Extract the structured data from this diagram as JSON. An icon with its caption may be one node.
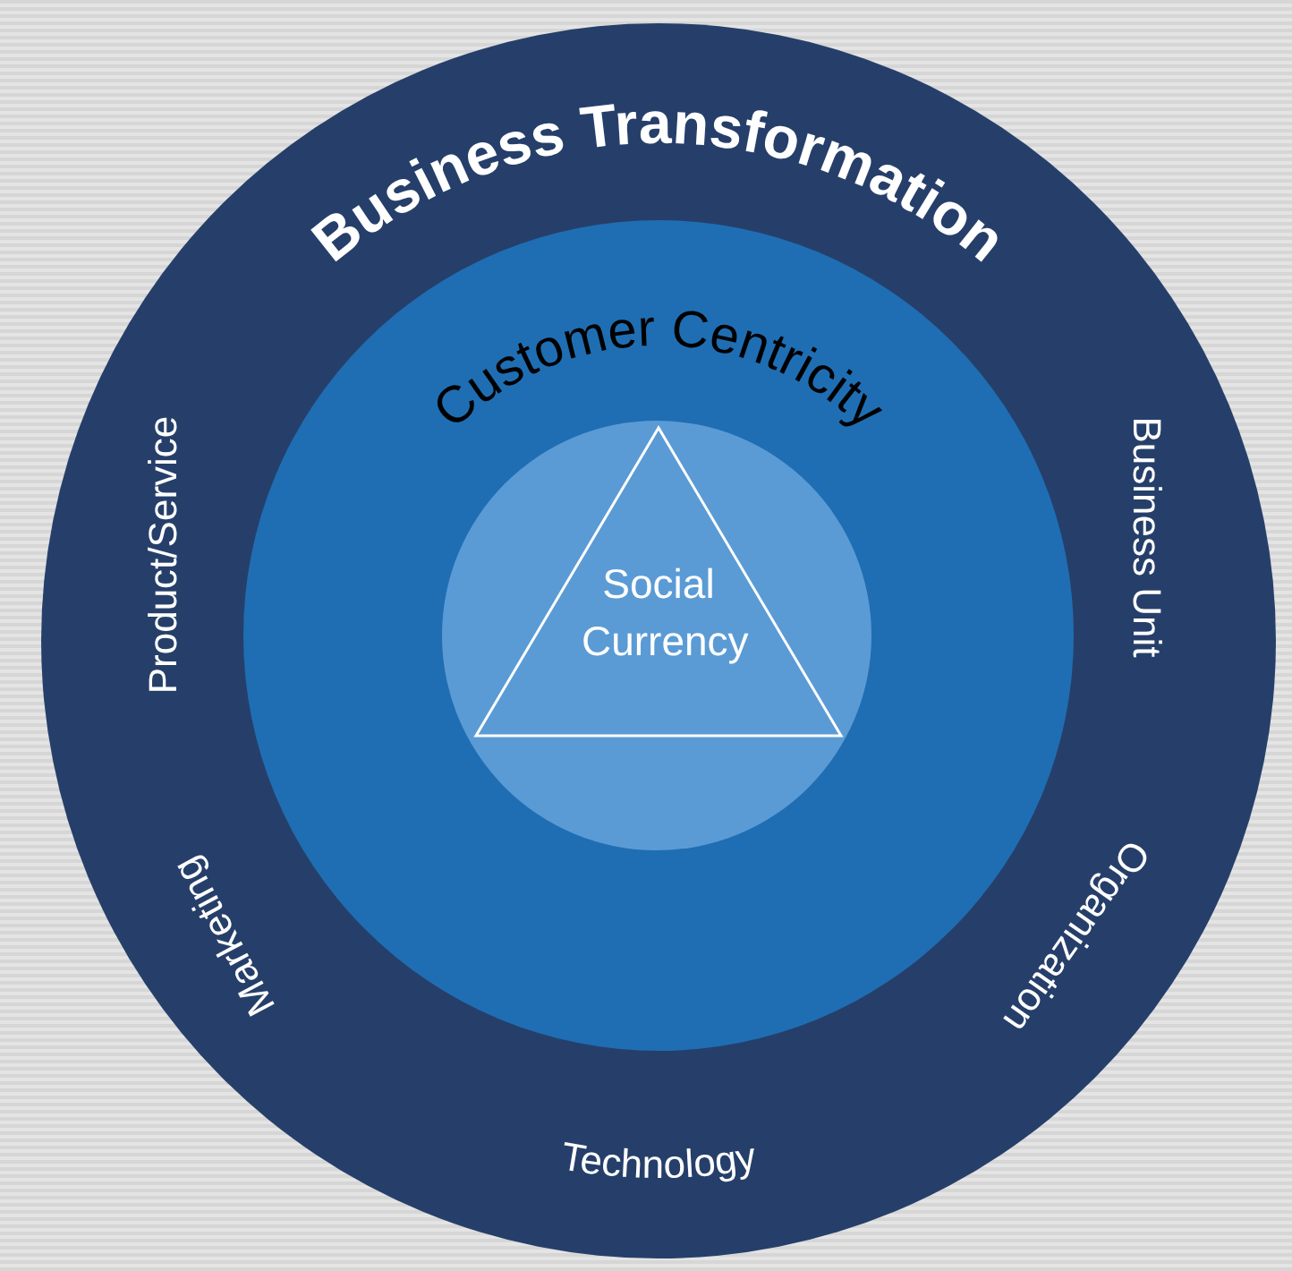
{
  "diagram": {
    "nodes": [
      {
        "text": [
          "Business Transformation",
          "Product/Service",
          "Business Unit",
          "Marketing",
          "Organization",
          "Technology"
        ]
      },
      {
        "text": [
          "Customer Centricity"
        ],
        "in": 0
      },
      {
        "text": [],
        "shape": "circle",
        "in": 1
      },
      {
        "text": [
          "Social Currency"
        ],
        "in": 2
      }
    ]
  }
}
